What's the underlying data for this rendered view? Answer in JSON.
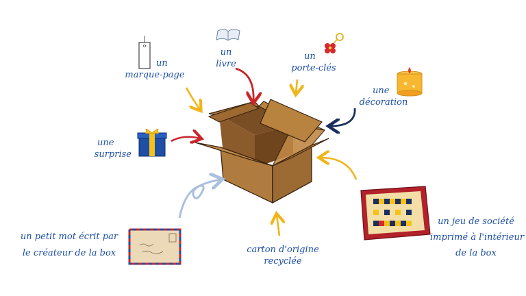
{
  "labels": {
    "marque_page": [
      "un",
      "marque-page"
    ],
    "livre": [
      "un",
      "livre"
    ],
    "porte_cles": [
      "un",
      "porte-clés"
    ],
    "decoration": [
      "une",
      "décoration"
    ],
    "surprise": [
      "une",
      "surprise"
    ],
    "mot": [
      "un petit mot écrit par",
      "le créateur de la box"
    ],
    "carton": [
      "carton d'origine",
      "recyclée"
    ],
    "jeu": [
      "un jeu de société",
      "imprimé à l'intérieur",
      "de la box"
    ]
  },
  "colors": {
    "label_text": "#1d4fa6",
    "arrow_red": "#c8262b",
    "arrow_yellow": "#f2b418",
    "arrow_navy": "#1b2f5e",
    "arrow_lightblue": "#a9c0dd",
    "box_brown": "#b07b3e"
  },
  "icons": [
    "bookmark-icon",
    "book-icon",
    "keychain-icon",
    "candle-icon",
    "gift-icon",
    "letter-icon",
    "board-game-icon",
    "cardboard-box-icon"
  ]
}
